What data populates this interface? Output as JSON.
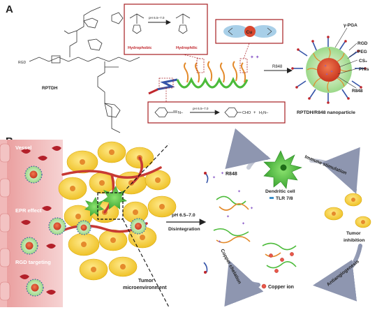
{
  "panels": {
    "a": "A",
    "b": "B"
  },
  "panel_a": {
    "polymer_name": "RPTDH",
    "rgd_prefix": "RGD",
    "histidine_box": {
      "condition": "pH 6.5–7.0",
      "left_label": "Hydrophobic",
      "right_label": "Hydrophilic"
    },
    "copper_box": {
      "ion": "Cu"
    },
    "hydrazone_box": {
      "condition": "pH 6.5–7.0",
      "product_1": "CHO",
      "plus": "+",
      "product_2": "H₂N–"
    },
    "drug_arrow_label": "R848",
    "nanoparticle_labels": [
      "γ-PGA",
      "RGD",
      "PEG",
      "CS₂",
      "PHis",
      "R848"
    ],
    "nanoparticle_name": "RPTDH/R848 nanoparticle"
  },
  "panel_b": {
    "vessel_labels": [
      "Vessel",
      "EPR effect",
      "RGD targeting"
    ],
    "tumor_label_line1": "Tumor",
    "tumor_label_line2": "microenvironment",
    "arrow_condition": "pH 6.5–7.0",
    "arrow_process": "Disintegration",
    "cycle": {
      "released_drug": "R848",
      "dc_label": "Dendritic cell",
      "receptor_label": "TLR 7/8",
      "step_1": "Immune stimulation",
      "outcome_line1": "Tumor",
      "outcome_line2": "inhibition",
      "step_2": "Antiangiogenesis",
      "copper_legend": "Copper ion",
      "step_3": "Copper chelation"
    }
  },
  "colors": {
    "box_border": "#a61e22",
    "hydrophobic": "#c0272d",
    "vessel_band": "#e58d8d",
    "tumor_cell": "#f5cd3a",
    "nanoparticle_core": "#d9462e",
    "shell": "#a9df9a",
    "dendritic_cell": "#3cb534",
    "peg_chain": "#3554a8",
    "rgd_tip": "#c0272d"
  }
}
